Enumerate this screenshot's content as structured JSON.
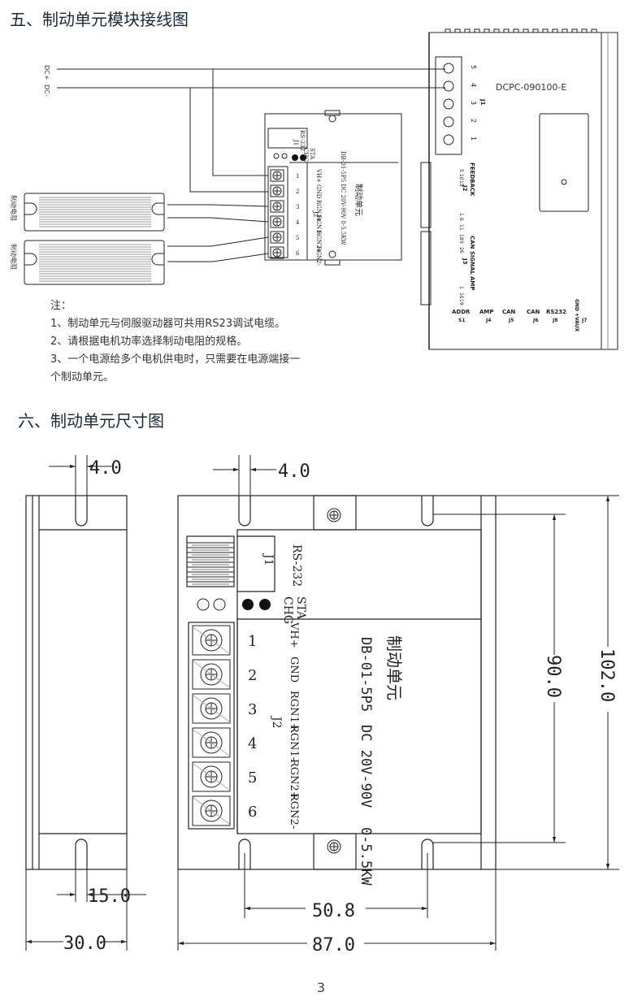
{
  "section5": {
    "title": "五、制动单元模块接线图",
    "notes": [
      "注：",
      "1、制动单元与伺服驱动器可共用RS23调试电缆。",
      "2、请根据电机功率选择制动电阻的规格。",
      "3、一个电源给多个电机供电时，只需要在电源端接一",
      "个制动单元。"
    ],
    "wiring": {
      "dc_plus": "DC+",
      "dc_minus": "DC-",
      "resistor_label": "制动电阻",
      "driver_model": "DCPC-090100-E",
      "driver_terminals": [
        "5",
        "4",
        "3",
        "2",
        "1"
      ],
      "driver_j1": "J1",
      "feedback": "FEEDBACK",
      "feedback_j": "J2",
      "feedback_pins": [
        "5",
        "10",
        "15",
        "1",
        "6",
        "11"
      ],
      "can_signal": "CAN SIGNAL",
      "can_j": "J3",
      "can_pins": [
        "18",
        "9",
        "26",
        "1",
        "10",
        "19"
      ],
      "amp": "AMP",
      "bottom_connectors": [
        {
          "name": "ADDR",
          "j": "S1"
        },
        {
          "name": "AMP",
          "j": "J4"
        },
        {
          "name": "CAN",
          "j": "J5"
        },
        {
          "name": "CAN",
          "j": "J6"
        },
        {
          "name": "RS232",
          "j": "J8"
        },
        {
          "name": "GND +VAUX",
          "j": "J7"
        }
      ],
      "unit_rs232": "RS-232",
      "unit_j1": "J1",
      "unit_sta": "STA",
      "unit_chg": "CHG",
      "unit_j2": "J2",
      "unit_name": "制动单元",
      "unit_model": "DB-01-5P5 DC 20V-90V 0-5.5KW",
      "terminals": [
        {
          "num": "1",
          "label": "VH+"
        },
        {
          "num": "2",
          "label": "GND"
        },
        {
          "num": "3",
          "label": "RGN1+"
        },
        {
          "num": "4",
          "label": "RGN1-"
        },
        {
          "num": "5",
          "label": "RGN2+"
        },
        {
          "num": "6",
          "label": "RGN2-"
        }
      ]
    }
  },
  "section6": {
    "title": "六、制动单元尺寸图",
    "unit": {
      "rs232": "RS-232",
      "j1": "J1",
      "sta": "STA",
      "chg": "CHG",
      "j2": "J2",
      "name": "制动单元",
      "model_line1": "DB-01-5P5",
      "model_line2": "DC 20V-90V",
      "model_line3": "0-5.5KW",
      "terminals": [
        {
          "num": "1",
          "label": "VH+"
        },
        {
          "num": "2",
          "label": "GND"
        },
        {
          "num": "3",
          "label": "RGN1+"
        },
        {
          "num": "4",
          "label": "RGN1-"
        },
        {
          "num": "5",
          "label": "RGN2+"
        },
        {
          "num": "6",
          "label": "RGN2-"
        }
      ]
    },
    "dims": {
      "slot_side": "4.0",
      "slot_front": "4.0",
      "side_hole": "15.0",
      "side_width": "30.0",
      "hole_spacing": "50.8",
      "total_width": "87.0",
      "hole_height": "90.0",
      "total_height": "102.0"
    }
  },
  "page_number": "3"
}
